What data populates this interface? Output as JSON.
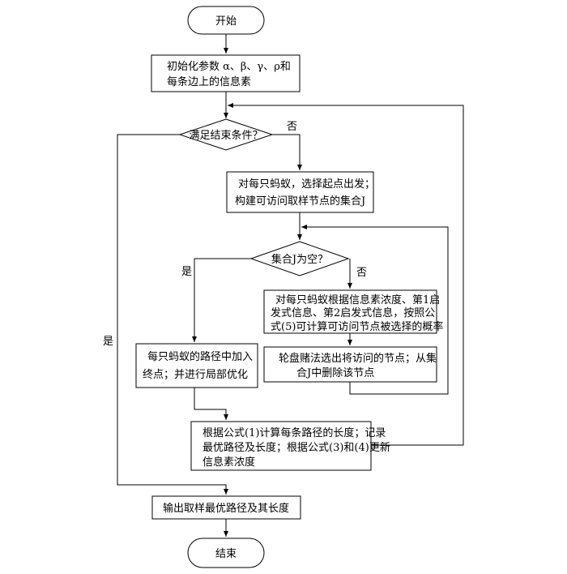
{
  "start": "开始",
  "init": {
    "lines": [
      "初始化参数 α、β、γ、ρ和",
      "每条边上的信息素"
    ]
  },
  "end_condition": "满足结束条件？",
  "per_ant_start": {
    "lines": [
      "对每只蚂蚁，选择起点出发；",
      "构建可访问取样节点的集合J"
    ]
  },
  "set_empty": "集合J为空？",
  "probability": {
    "lines": [
      "对每只蚂蚁根据信息素浓度、第1启",
      "发式信息、第2启发式信息，按照公",
      "式(5)可计算可访问节点被选择的概率"
    ]
  },
  "roulette": {
    "lines": [
      "轮盘赌法选出将访问的节点；从集",
      "合J中删除该节点"
    ]
  },
  "add_end": {
    "lines": [
      "每只蚂蚁的路径中加入",
      "终点；并进行局部优化"
    ]
  },
  "update": {
    "lines": [
      "根据公式(1)计算每条路径的长度；记录",
      "最优路径及长度；根据公式(3)和(4)更新",
      "信息素浓度"
    ]
  },
  "output": "输出取样最优路径及其长度",
  "end": "结束",
  "labels": {
    "no_1": "否",
    "no_2": "否",
    "yes_1": "是",
    "yes_2": "是"
  }
}
